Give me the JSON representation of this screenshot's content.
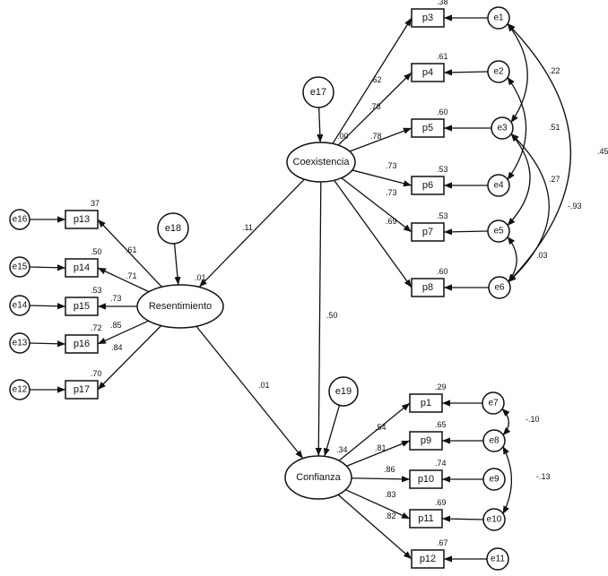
{
  "latent": [
    {
      "id": "resentimiento",
      "label": "Resentimiento",
      "r2": ".01"
    },
    {
      "id": "coexistencia",
      "label": "Coexistencia",
      "r2": ".00"
    },
    {
      "id": "confianza",
      "label": "Confianza",
      "r2": ".34"
    }
  ],
  "disturbances": [
    {
      "id": "e18",
      "label": "e18",
      "target": "resentimiento"
    },
    {
      "id": "e17",
      "label": "e17",
      "target": "coexistencia"
    },
    {
      "id": "e19",
      "label": "e19",
      "target": "confianza"
    }
  ],
  "indicators": [
    {
      "id": "p13",
      "label": "p13",
      "r2": "37",
      "factor": "resentimiento",
      "loading": ".61",
      "error": "e16"
    },
    {
      "id": "p14",
      "label": "p14",
      "r2": ".50",
      "factor": "resentimiento",
      "loading": ".71",
      "error": "e15"
    },
    {
      "id": "p15",
      "label": "p15",
      "r2": ".53",
      "factor": "resentimiento",
      "loading": ".73",
      "error": "e14"
    },
    {
      "id": "p16",
      "label": "p16",
      "r2": ".72",
      "factor": "resentimiento",
      "loading": ".85",
      "error": "e13"
    },
    {
      "id": "p17",
      "label": "p17",
      "r2": ".70",
      "factor": "resentimiento",
      "loading": ".84",
      "error": "e12"
    },
    {
      "id": "p3",
      "label": "p3",
      "r2": ".38",
      "factor": "coexistencia",
      "loading": ".62",
      "error": "e1"
    },
    {
      "id": "p4",
      "label": "p4",
      "r2": ".61",
      "factor": "coexistencia",
      "loading": ".78",
      "error": "e2"
    },
    {
      "id": "p5",
      "label": "p5",
      "r2": ".60",
      "factor": "coexistencia",
      "loading": ".78",
      "error": "e3"
    },
    {
      "id": "p6",
      "label": "p6",
      "r2": ".53",
      "factor": "coexistencia",
      "loading": ".73",
      "error": "e4"
    },
    {
      "id": "p7",
      "label": "p7",
      "r2": ".53",
      "factor": "coexistencia",
      "loading": ".73",
      "error": "e5"
    },
    {
      "id": "p8",
      "label": "p8",
      "r2": ".60",
      "factor": "coexistencia",
      "loading": ".69",
      "error": "e6"
    },
    {
      "id": "p1",
      "label": "p1",
      "r2": ".29",
      "factor": "confianza",
      "loading": ".54",
      "error": "e7"
    },
    {
      "id": "p9",
      "label": "p9",
      "r2": ".65",
      "factor": "confianza",
      "loading": ".81",
      "error": "e8"
    },
    {
      "id": "p10",
      "label": "p10",
      "r2": ".74",
      "factor": "confianza",
      "loading": ".86",
      "error": "e9"
    },
    {
      "id": "p11",
      "label": "p11",
      "r2": ".69",
      "factor": "confianza",
      "loading": ".83",
      "error": "e10"
    },
    {
      "id": "p12",
      "label": "p12",
      "r2": ".67",
      "factor": "confianza",
      "loading": ".82",
      "error": "e11"
    }
  ],
  "structural_paths": [
    {
      "from": "coexistencia",
      "to": "resentimiento",
      "coef": ".11"
    },
    {
      "from": "coexistencia",
      "to": "confianza",
      "coef": ".50"
    },
    {
      "from": "resentimiento",
      "to": "confianza",
      "coef": ".01"
    }
  ],
  "covariances": [
    {
      "a": "e1",
      "b": "e3",
      "value": ".22"
    },
    {
      "a": "e2",
      "b": "e4",
      "value": ".51"
    },
    {
      "a": "e3",
      "b": "e5",
      "value": ".27"
    },
    {
      "a": "e3",
      "b": "e6",
      "value": "-.93"
    },
    {
      "a": "e1",
      "b": "e6",
      "value": ".45"
    },
    {
      "a": "e5",
      "b": "e6",
      "value": ".03"
    },
    {
      "a": "e7",
      "b": "e8",
      "value": "-.10"
    },
    {
      "a": "e8",
      "b": "e10",
      "value": "-.13"
    }
  ]
}
